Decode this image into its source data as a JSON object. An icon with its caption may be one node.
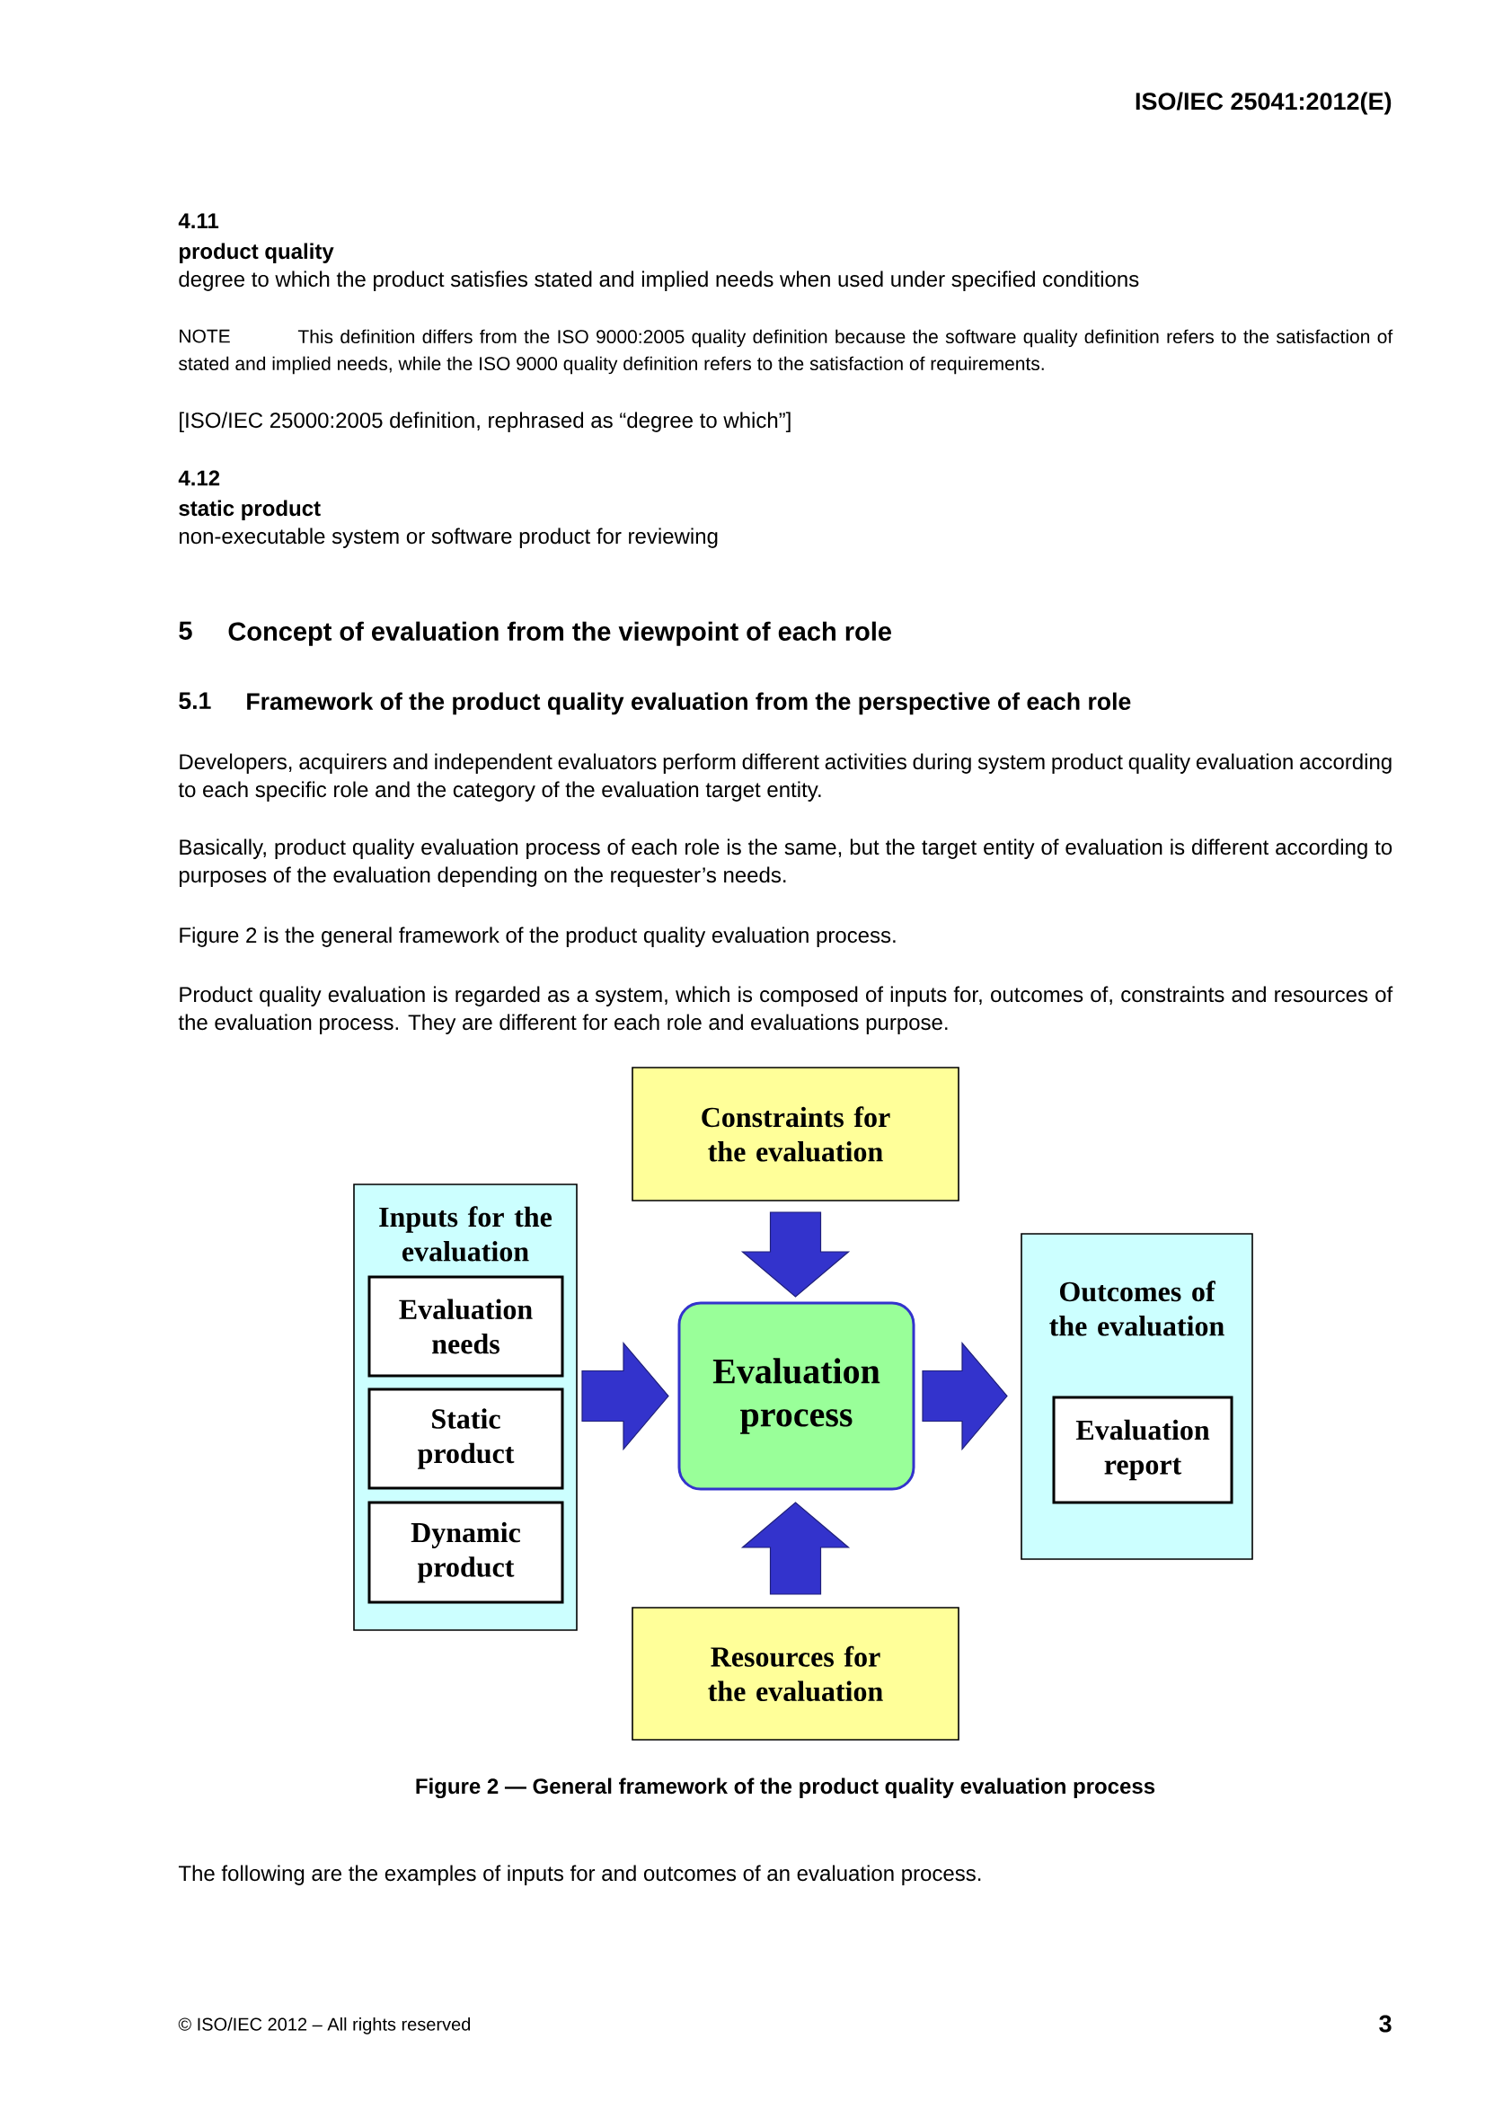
{
  "diagram": {
    "caption": "Figure 2 — General framework of the product quality evaluation process",
    "nodes": [
      {
        "text": [
          "Constraints for the evaluation"
        ]
      },
      {
        "text": [
          "Inputs for the evaluation"
        ]
      },
      {
        "text": [
          "Evaluation needs"
        ],
        "in": 1
      },
      {
        "text": [
          "Static product"
        ],
        "in": 1
      },
      {
        "text": [
          "Dynamic product"
        ],
        "in": 1
      },
      {
        "text": [
          "Evaluation process"
        ]
      },
      {
        "text": [
          "Outcomes of the evaluation"
        ]
      },
      {
        "text": [
          "Evaluation report"
        ],
        "in": 6
      },
      {
        "text": [
          "Resources for the evaluation"
        ]
      }
    ],
    "edges": [
      {
        "from": 0,
        "to": 5,
        "arrow": "to"
      },
      {
        "from": 1,
        "to": 5,
        "arrow": "to"
      },
      {
        "from": 5,
        "to": 6,
        "arrow": "to"
      },
      {
        "from": 8,
        "to": 5,
        "arrow": "to"
      }
    ],
    "labels": [
      "ISO/IEC 25041:2012(E)",
      "4.11",
      "product quality",
      "degree to which the product satisfies stated and implied needs when used under specified conditions",
      "NOTE",
      "This definition differs from the ISO 9000:2005 quality definition because the software quality definition refers to the satisfaction of stated and implied needs, while the ISO 9000 quality definition refers to the satisfaction of requirements.",
      "[ISO/IEC 25000:2005 definition, rephrased as “degree to which”]",
      "4.12",
      "static product",
      "non-executable system or software product for reviewing",
      "5",
      "Concept of evaluation from the viewpoint of each role",
      "5.1",
      "Framework of the product quality evaluation from the perspective of each role",
      "Developers, acquirers and independent evaluators perform different activities during system product quality evaluation according to each specific role and the category of the evaluation target entity.",
      "Basically, product quality evaluation process of each role is the same, but the target entity of evaluation is different according to purposes of the evaluation depending on the requester’s needs.",
      "Figure 2 is the general framework of the product quality evaluation process.",
      "Product quality evaluation is regarded as a system, which is composed of inputs for, outcomes of, constraints and resources of the evaluation process. They are different for each role and evaluations purpose.",
      "The following are the examples of inputs for and outcomes of an evaluation process.",
      "© ISO/IEC 2012 – All rights reserved",
      "3"
    ]
  }
}
